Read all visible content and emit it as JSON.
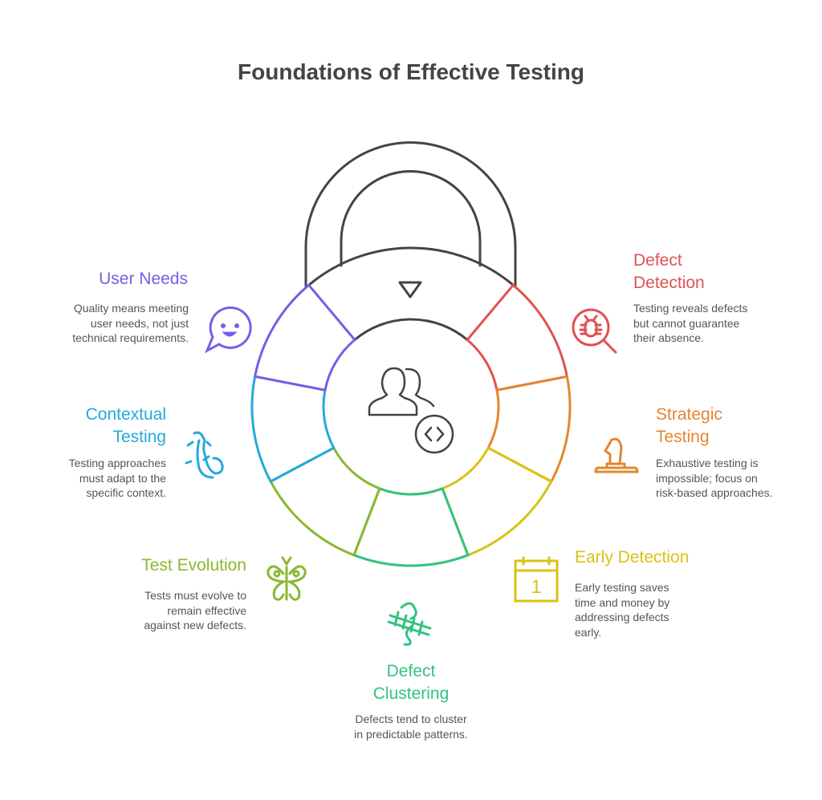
{
  "title": "Foundations of Effective Testing",
  "colors": {
    "outline": "#444444",
    "purple": "#7b5ce6",
    "red": "#e05252",
    "orange": "#e5862f",
    "yellow": "#d9c314",
    "green": "#33c27f",
    "olive": "#8ab832",
    "cyan": "#24a9dc"
  },
  "sections": [
    {
      "id": "user-needs",
      "title": "User Needs",
      "description": "Quality means meeting\nuser needs, not just\ntechnical requirements.",
      "icon": "speech-bubble-smile-icon",
      "color": "#7b5ce6"
    },
    {
      "id": "defect-detection",
      "title": "Defect\nDetection",
      "description": "Testing reveals defects\nbut cannot guarantee\ntheir absence.",
      "icon": "bug-magnifier-icon",
      "color": "#e05252"
    },
    {
      "id": "contextual-testing",
      "title": "Contextual\nTesting",
      "description": "Testing approaches\nmust adapt to the\nspecific context.",
      "icon": "salamander-icon",
      "color": "#24a9dc"
    },
    {
      "id": "strategic-testing",
      "title": "Strategic\nTesting",
      "description": "Exhaustive testing is\nimpossible; focus on\nrisk-based approaches.",
      "icon": "chess-knight-icon",
      "color": "#e5862f"
    },
    {
      "id": "test-evolution",
      "title": "Test Evolution",
      "description": "Tests must evolve to\nremain effective\nagainst new defects.",
      "icon": "butterfly-icon",
      "color": "#8ab832"
    },
    {
      "id": "early-detection",
      "title": "Early Detection",
      "description": "Early testing saves\ntime and money by\naddressing defects\nearly.",
      "icon": "calendar-icon",
      "calendar_day": "1",
      "color": "#d9c314"
    },
    {
      "id": "defect-clustering",
      "title": "Defect\nClustering",
      "description": "Defects tend to cluster\nin predictable patterns.",
      "icon": "dragonfly-icon",
      "color": "#33c27f"
    }
  ],
  "center_icon": "users-code-icon"
}
